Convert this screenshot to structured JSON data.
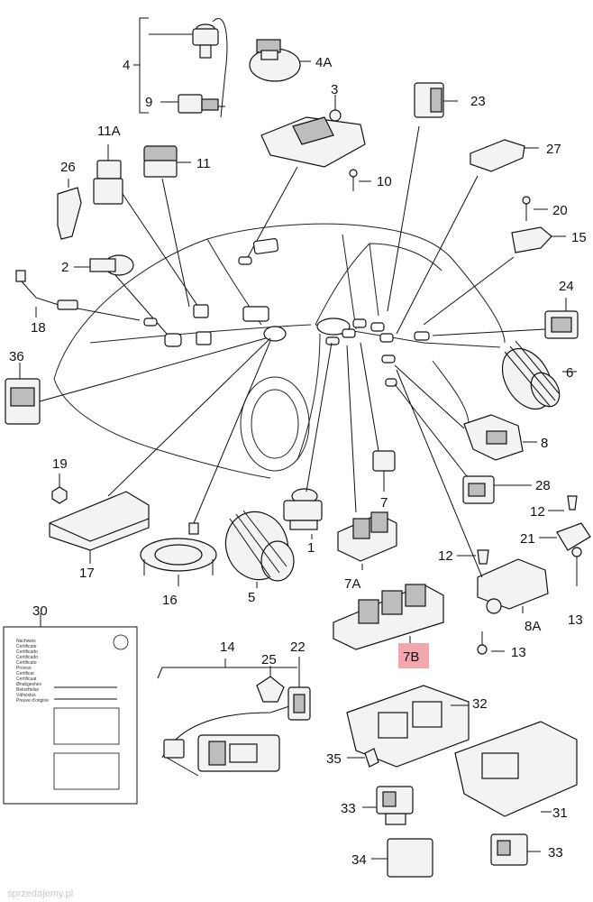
{
  "callouts": {
    "c4": "4",
    "c4a": "4A",
    "c9": "9",
    "c3": "3",
    "c23": "23",
    "c11a": "11A",
    "c11": "11",
    "c27": "27",
    "c26": "26",
    "c10": "10",
    "c20": "20",
    "c15": "15",
    "c2": "2",
    "c18": "18",
    "c24": "24",
    "c36": "36",
    "c6": "6",
    "c8": "8",
    "c19": "19",
    "c28": "28",
    "c7": "7",
    "c12a": "12",
    "c21": "21",
    "c1": "1",
    "c12b": "12",
    "c17": "17",
    "c7a": "7A",
    "c16": "16",
    "c5": "5",
    "c13a": "13",
    "c8a": "8A",
    "c30": "30",
    "c14": "14",
    "c22": "22",
    "c7b": "7B",
    "c13b": "13",
    "c25": "25",
    "c32": "32",
    "c35": "35",
    "c31": "31",
    "c33a": "33",
    "c34": "34",
    "c33b": "33"
  },
  "highlight_color": "#f4a6ad",
  "certificate_lines": [
    "Nachweis",
    "Certificate",
    "Certificado",
    "Certificado",
    "Certificato",
    "Proviso",
    "Certificat",
    "Certificaat",
    "Ønakgeshev",
    "Bekreftelse",
    "Vähvistus",
    "Preuve d'origine"
  ],
  "watermark": "sprzedajemy.pl"
}
